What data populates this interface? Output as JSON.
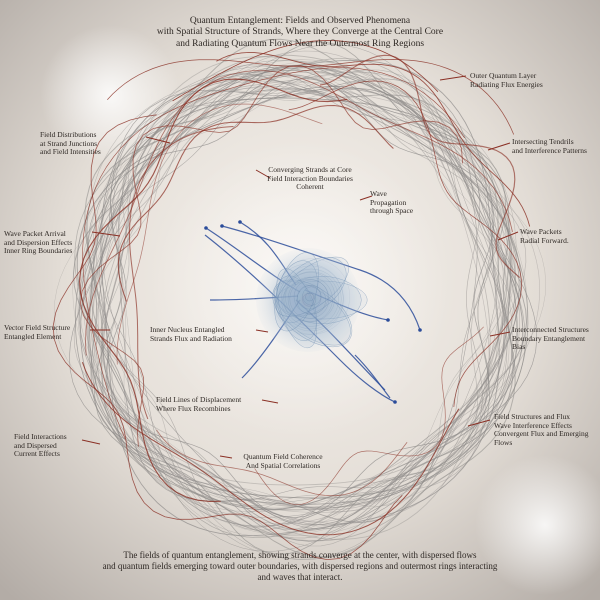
{
  "figure": {
    "labels": {
      "title": "Quantum Entanglement: Fields and Observed Phenomena\nwith Spatial Structure of Strands, Where they Converge at the Central Core\nand Radiating Quantum Flows Near the Outermost Ring Regions",
      "top_right": "Outer Quantum Layer\nRadiating Flux Energies",
      "right_upper": "Intersecting Tendrils\nand Interference Patterns",
      "left_upper": "Field Distributions\nat Strand Junctions\nand Field Intensities",
      "center_upper": "Converging Strands at Core\nField Interaction Boundaries\nCoherent",
      "center_right": "Wave\nPropagation\nthrough Space",
      "left_mid": "Wave Packet Arrival\nand Dispersion Effects\nInner Ring Boundaries",
      "right_mid": "Wave Packets\nRadial Forward.",
      "inner_left": "Inner Nucleus Entangled\nStrands Flux and Radiation",
      "left_lower": "Vector Field Structure\nEntangled Element",
      "right_lower_mid": "Interconnected Structures\nBoundary Entanglement Bias",
      "inner_lower": "Field Lines of Displacement\nWhere Flux Recombines",
      "right_lower": "Field Structures and Flux\nWave Interference Effects\nConvergent Flux and Emerging Flows",
      "left_bottom": "Field Interactions\nand Dispersed\nCurrent Effects",
      "inner_bottom": "Quantum Field Coherence\nAnd Spatial Correlations",
      "footer": "The fields of quantum entanglement, showing strands converge at the center, with dispersed flows\nand quantum fields emerging toward outer boundaries, with dispersed regions and outermost rings interacting\nand waves that interact."
    },
    "colors": {
      "background_center": "#f7f3ee",
      "background_edge": "#b3aca6",
      "ring_strand": "#8f8c8a",
      "red_strand": "#8a2f24",
      "blue_strand": "#2b4c9a",
      "core": "#9cb4cc"
    }
  }
}
